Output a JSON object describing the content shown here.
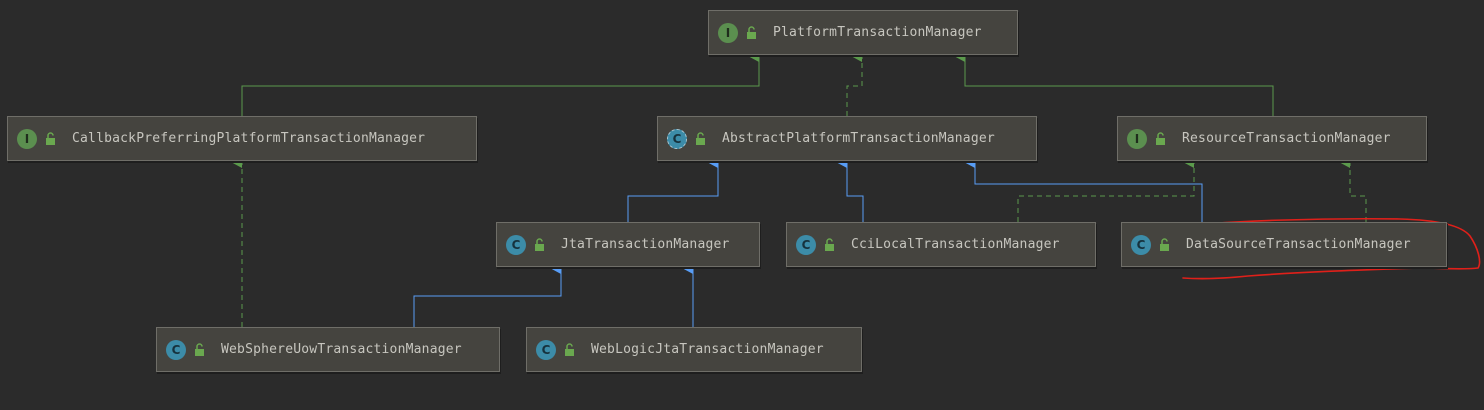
{
  "diagram": {
    "nodes": {
      "platform": {
        "kind": "interface",
        "badge": "I",
        "label": "PlatformTransactionManager"
      },
      "callback": {
        "kind": "interface",
        "badge": "I",
        "label": "CallbackPreferringPlatformTransactionManager"
      },
      "abstract": {
        "kind": "abstract",
        "badge": "C",
        "label": "AbstractPlatformTransactionManager"
      },
      "resource": {
        "kind": "interface",
        "badge": "I",
        "label": "ResourceTransactionManager"
      },
      "jta": {
        "kind": "class",
        "badge": "C",
        "label": "JtaTransactionManager"
      },
      "cci": {
        "kind": "class",
        "badge": "C",
        "label": "CciLocalTransactionManager"
      },
      "datasource": {
        "kind": "class",
        "badge": "C",
        "label": "DataSourceTransactionManager"
      },
      "websphere": {
        "kind": "class",
        "badge": "C",
        "label": "WebSphereUowTransactionManager"
      },
      "weblogic": {
        "kind": "class",
        "badge": "C",
        "label": "WebLogicJtaTransactionManager"
      }
    },
    "colors": {
      "background": "#2b2b2b",
      "node_fill": "#45443f",
      "node_border": "#6f6e68",
      "text": "#c7c6bf",
      "implements_edge": "#5b9a4c",
      "extends_edge": "#589df6",
      "highlight": "#e0201a",
      "lock": "#6aa84f"
    },
    "highlight": {
      "target": "datasource"
    }
  }
}
